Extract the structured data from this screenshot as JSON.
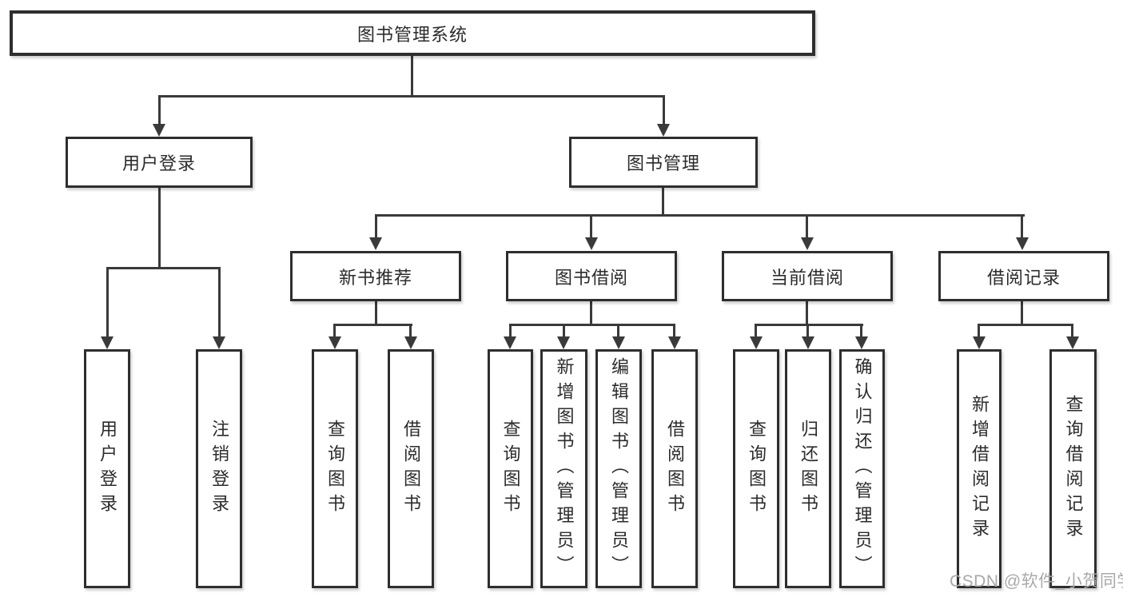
{
  "diagram": {
    "root": "图书管理系统",
    "branches": [
      {
        "label": "用户登录",
        "leaves": [
          "用户登录",
          "注销登录"
        ]
      },
      {
        "label": "图书管理",
        "sections": [
          {
            "label": "新书推荐",
            "leaves": [
              "查询图书",
              "借阅图书"
            ]
          },
          {
            "label": "图书借阅",
            "leaves": [
              "查询图书",
              "新增图书（管理员）",
              "编辑图书（管理员）",
              "借阅图书"
            ]
          },
          {
            "label": "当前借阅",
            "leaves": [
              "查询图书",
              "归还图书",
              "确认归还（管理员）"
            ]
          },
          {
            "label": "借阅记录",
            "leaves": [
              "新增借阅记录",
              "查询借阅记录"
            ]
          }
        ]
      }
    ]
  },
  "watermark": {
    "text": "CSDN @软件_小贺同学"
  },
  "colors": {
    "background": "#ffffff",
    "box_border": "#2e2e2e",
    "connector_line": "#3a3a3a",
    "text": "#2b2b2b",
    "watermark_text": "#a9a9a9"
  }
}
